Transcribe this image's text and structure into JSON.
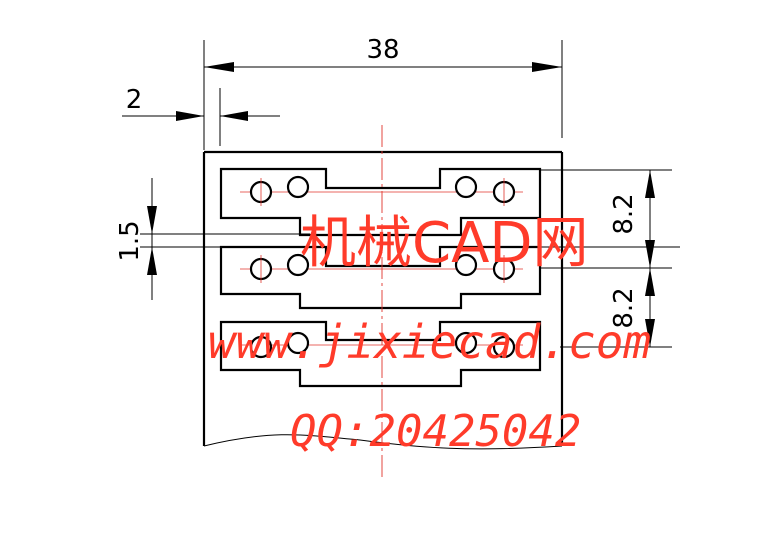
{
  "dimensions": {
    "overall_width": "38",
    "edge_offset": "2",
    "slot_height": "1.5",
    "pitch_top": "8.2",
    "pitch_bottom": "8.2"
  },
  "watermark": {
    "site_name_cn": "机械CAD网",
    "url": "www.jixiecad.com",
    "qq": "QQ:20425042"
  },
  "colors": {
    "line": "#000000",
    "centerline": "#e0342c",
    "watermark": "#ff3b2a"
  }
}
